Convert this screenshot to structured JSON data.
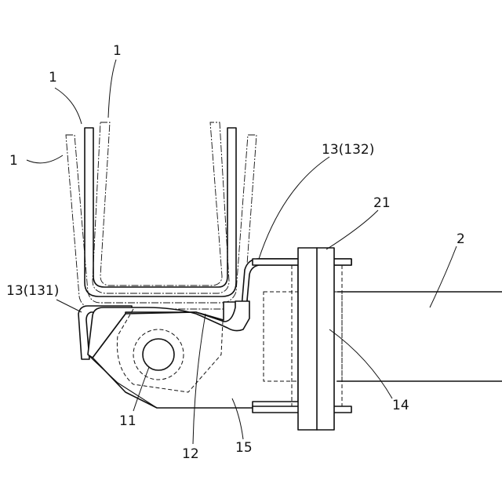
{
  "labels": {
    "member_1_center": "1",
    "member_1_left": "1",
    "member_1_outer": "1",
    "lever_13_132": "13(132)",
    "lever_13_131": "13(131)",
    "part_21": "21",
    "part_2": "2",
    "part_14": "14",
    "part_11": "11",
    "part_12": "12",
    "part_15": "15"
  }
}
